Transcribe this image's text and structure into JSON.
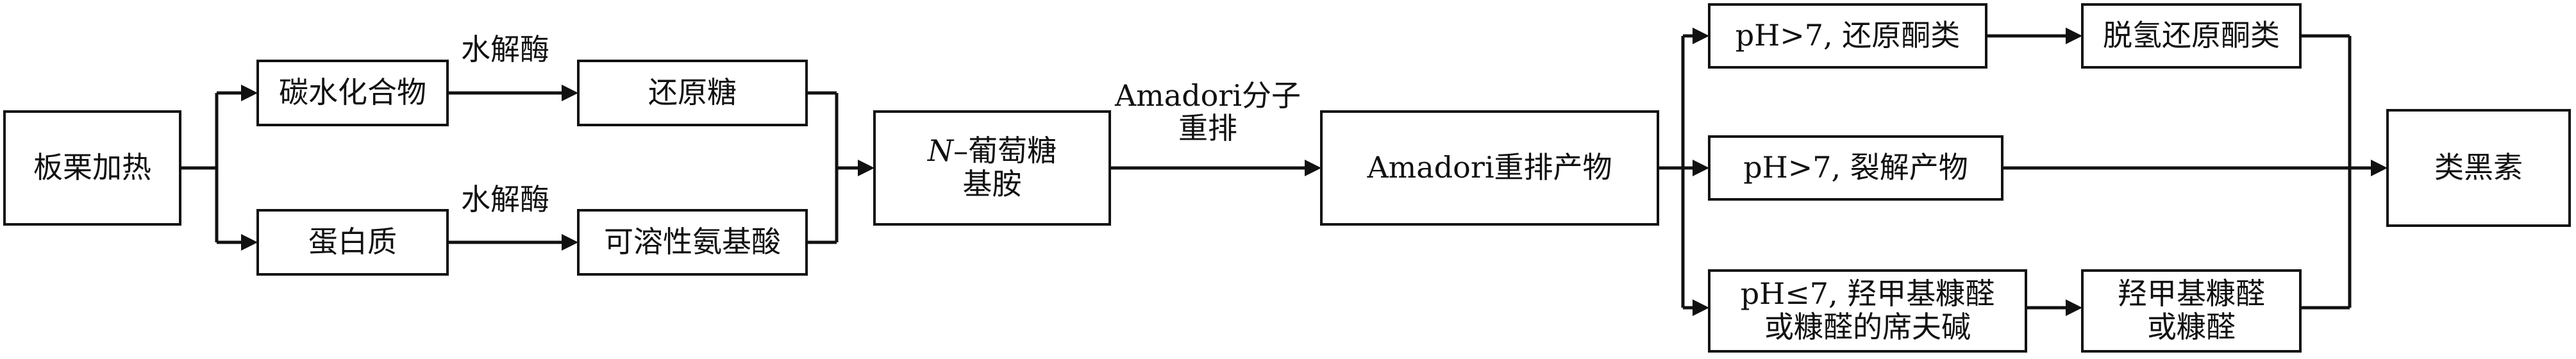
{
  "nodes": {
    "chestnut_heating": "板栗加热",
    "carbohydrate": "碳水化合物",
    "protein": "蛋白质",
    "reducing_sugar": "还原糖",
    "soluble_amino_acid": "可溶性氨基酸",
    "glucosamine": {
      "prefix": "N",
      "line1_rest": "–葡萄糖",
      "line2": "基胺"
    },
    "amadori_product": "Amadori重排产物",
    "ph_gt7_reductone": "pH>7, 还原酮类",
    "ph_gt7_cleavage": "pH>7, 裂解产物",
    "ph_le7_hmf": {
      "line1": "pH≤7, 羟甲基糠醛",
      "line2": "或糠醛的席夫碱"
    },
    "dehydro_reductone": "脱氢还原酮类",
    "hmf_furfural": {
      "line1": "羟甲基糠醛",
      "line2": "或糠醛"
    },
    "melanoidin": "类黑素"
  },
  "edge_labels": {
    "hydrolase_top": "水解酶",
    "hydrolase_bottom": "水解酶",
    "amadori_rearrangement": {
      "line1": "Amadori分子",
      "line2": "重排"
    }
  }
}
